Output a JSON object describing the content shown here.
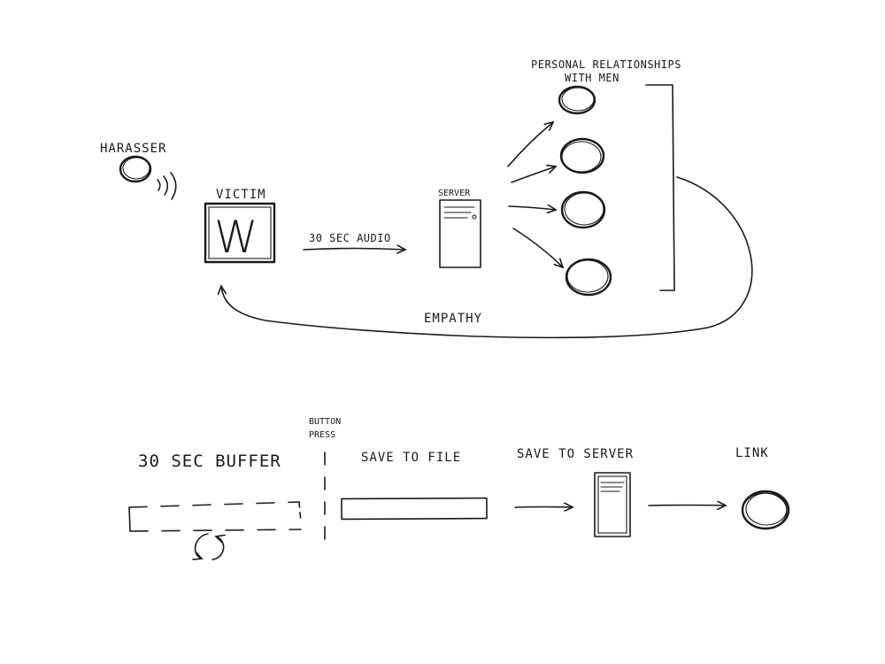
{
  "top_flow": {
    "harasser_label": "HARASSER",
    "victim_label": "VICTIM",
    "victim_icon_letter": "W",
    "audio_arrow_label": "30 SEC AUDIO",
    "server_label": "SERVER",
    "relationships_label_line1": "PERSONAL RELATIONSHIPS",
    "relationships_label_line2": "WITH MEN",
    "empathy_label": "EMPATHY"
  },
  "bottom_flow": {
    "buffer_label": "30 SEC BUFFER",
    "button_press_line1": "BUTTON",
    "button_press_line2": "PRESS",
    "save_file_label": "SAVE TO FILE",
    "save_server_label": "SAVE TO SERVER",
    "link_label": "LINK"
  },
  "colors": {
    "ink": "#1a1a1a",
    "paper": "#ffffff"
  }
}
